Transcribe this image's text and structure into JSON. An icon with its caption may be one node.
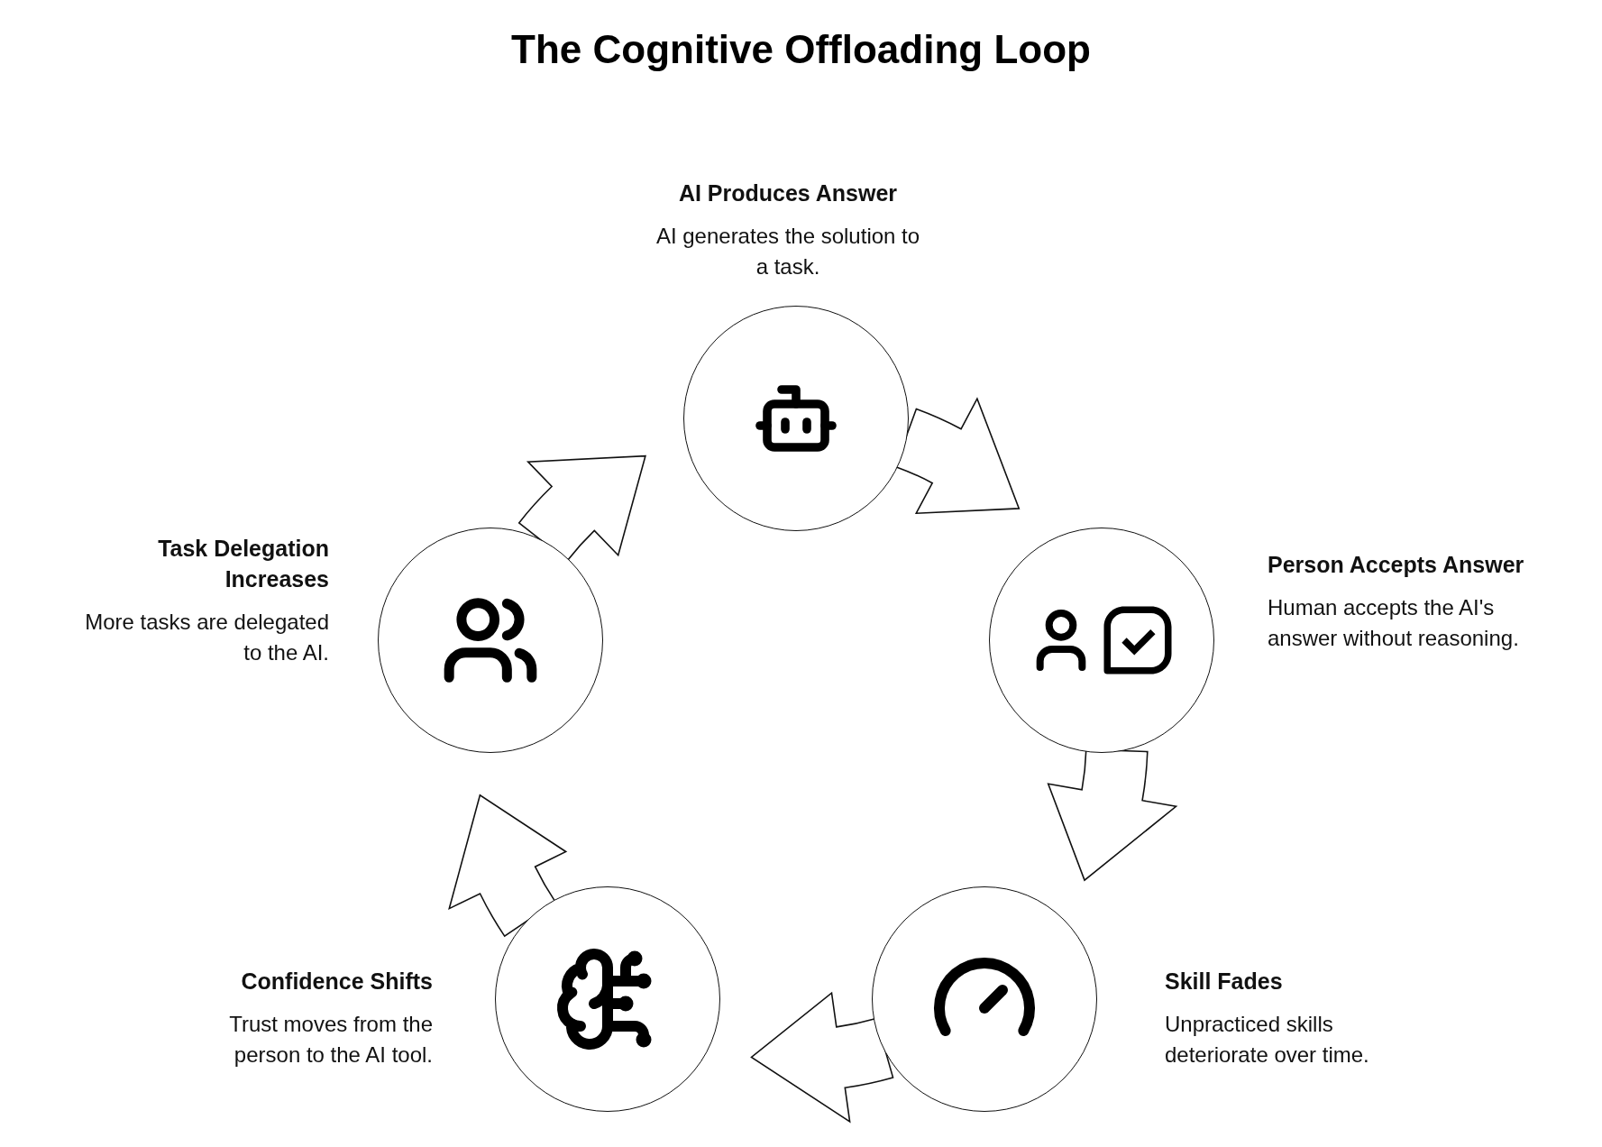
{
  "diagram": {
    "title": "The Cognitive Offloading Loop",
    "nodes": [
      {
        "text": [
          "AI Produces Answer",
          "AI generates the solution to a task."
        ]
      },
      {
        "text": [
          "Person Accepts Answer",
          "Human accepts the AI's answer without reasoning."
        ]
      },
      {
        "text": [
          "Skill Fades",
          "Unpracticed skills deteriorate over time."
        ]
      },
      {
        "text": [
          "Confidence Shifts",
          "Trust moves from the person to the AI tool."
        ]
      },
      {
        "text": [
          "Task Delegation Increases",
          "More tasks are delegated to the AI."
        ]
      }
    ],
    "edges": [
      {
        "from": 0,
        "to": 1,
        "arrow": "to"
      },
      {
        "from": 1,
        "to": 2,
        "arrow": "to"
      },
      {
        "from": 2,
        "to": 3,
        "arrow": "to"
      },
      {
        "from": 3,
        "to": 4,
        "arrow": "to"
      },
      {
        "from": 4,
        "to": 0,
        "arrow": "to"
      }
    ]
  }
}
